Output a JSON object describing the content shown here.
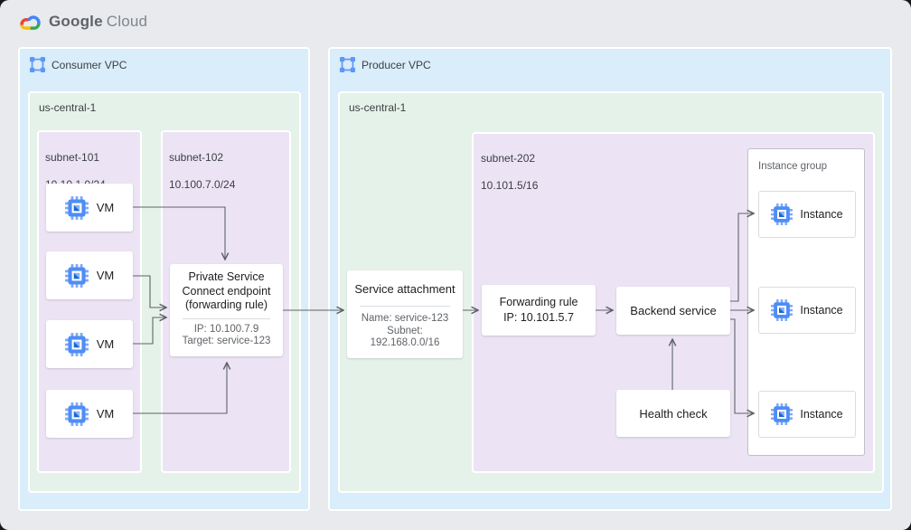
{
  "logo": {
    "brand": "Google",
    "product": "Cloud"
  },
  "consumer": {
    "label": "Consumer VPC",
    "region_label": "us-central-1",
    "subnet101": {
      "name": "subnet-101",
      "cidr": "10.10.1.0/24"
    },
    "vms": {
      "vm1": "VM",
      "vm2": "VM",
      "vm3": "VM",
      "vm4": "VM"
    },
    "subnet102": {
      "name": "subnet-102",
      "cidr": "10.100.7.0/24"
    },
    "psc": {
      "title": "Private Service Connect endpoint (forwarding rule)",
      "ip": "IP: 10.100.7.9",
      "target": "Target: service-123"
    }
  },
  "producer": {
    "label": "Producer VPC",
    "region_label": "us-central-1",
    "attachment": {
      "title": "Service attachment",
      "name_line": "Name: service-123",
      "subnet_line": "Subnet: 192.168.0.0/16"
    },
    "subnet202": {
      "name": "subnet-202",
      "cidr": "10.101.5/16"
    },
    "forwarding": {
      "title": "Forwarding rule",
      "ip": "IP: 10.101.5.7"
    },
    "backend": {
      "title": "Backend service"
    },
    "health": {
      "title": "Health check"
    },
    "group": {
      "label": "Instance group",
      "instance1": "Instance",
      "instance2": "Instance",
      "instance3": "Instance"
    }
  },
  "colors": {
    "canvas_bg": "#e8eaed",
    "vpc_fill": "#d9edfb",
    "region_fill": "#e5f2e9",
    "subnet_fill": "#ece4f5",
    "arrow": "#5f6368",
    "icon_blue": "#4285f4",
    "logo_red": "#ea4335",
    "logo_blue": "#4285f4",
    "logo_green": "#34a853",
    "logo_yellow": "#fbbc04"
  }
}
